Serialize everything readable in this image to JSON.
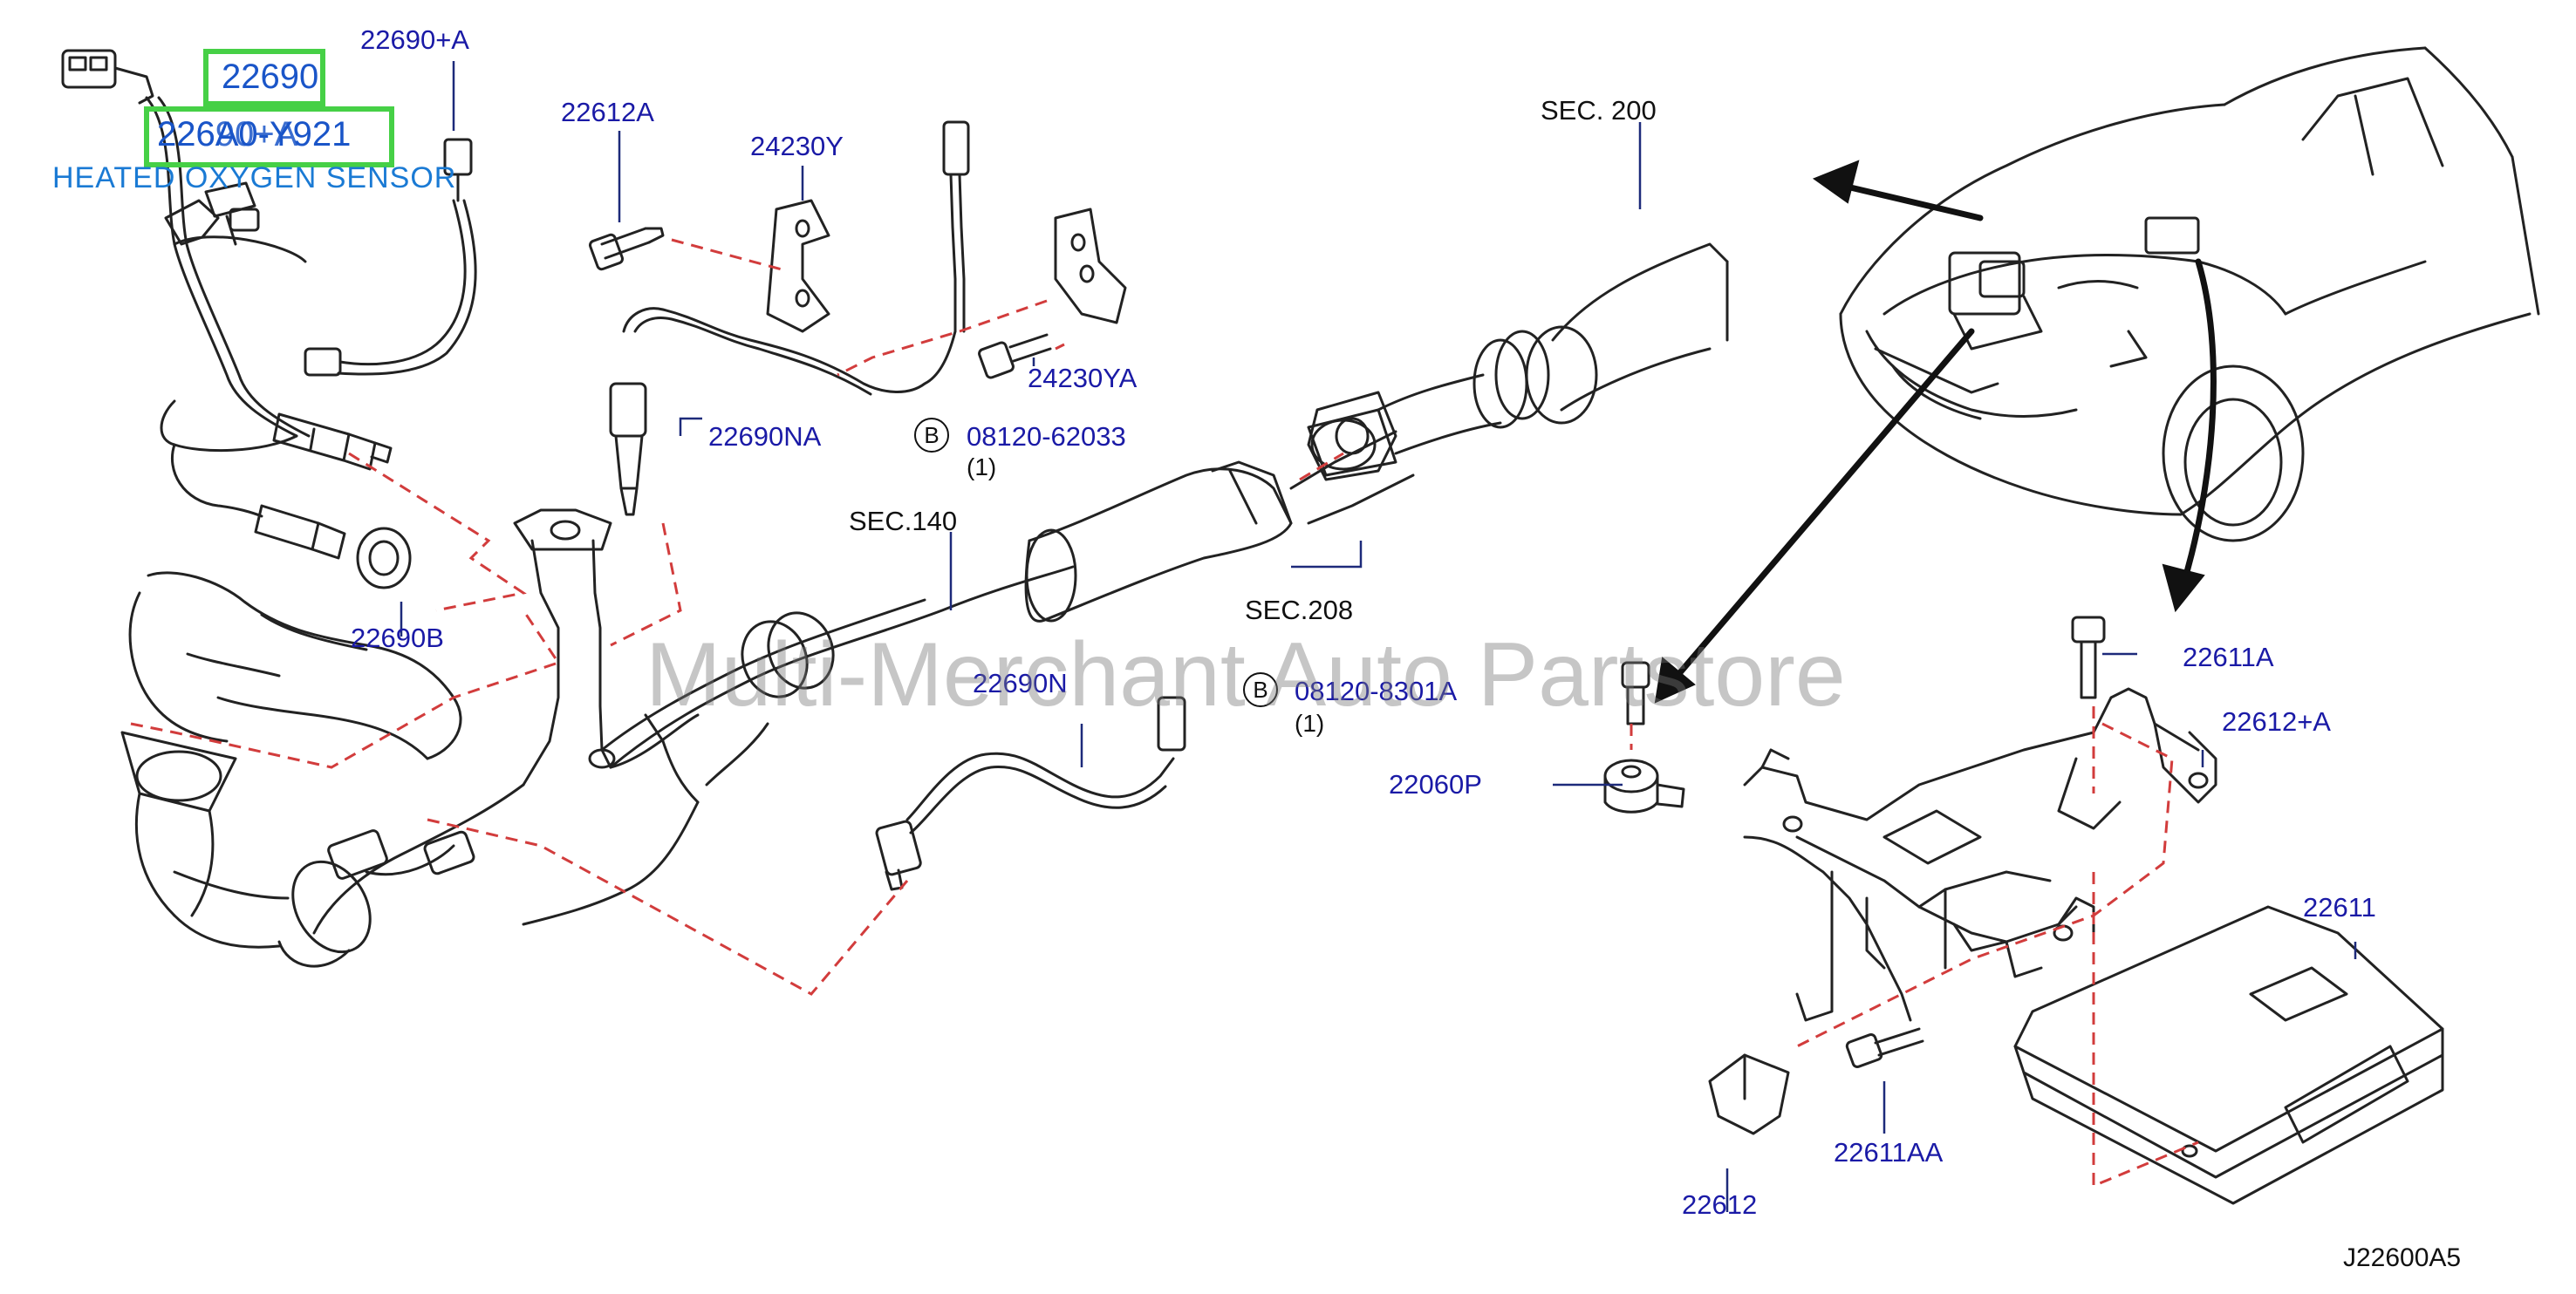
{
  "diagram": {
    "code": "J22600A5",
    "caption": "HEATED OXYGEN SENSOR",
    "watermark": "Multi-Merchant Auto Partstore",
    "highlight": {
      "primary": "22690",
      "overlap_back": "22690+A",
      "overlap_front": "226A0-Y921"
    },
    "parts": {
      "p22690_a": "22690+A",
      "p22612a": "22612A",
      "p24230y": "24230Y",
      "p24230ya": "24230YA",
      "p22690na": "22690NA",
      "p22690b": "22690B",
      "p22690n": "22690N",
      "p22611a": "22611A",
      "p22612_a": "22612+A",
      "p22060p": "22060P",
      "p22611": "22611",
      "p22612": "22612",
      "p22611aa": "22611AA"
    },
    "bolts": {
      "bolt1_code": "08120-62033",
      "bolt1_qty": "(1)",
      "bolt2_code": "08120-8301A",
      "bolt2_qty": "(1)",
      "symbol": "B"
    },
    "sections": {
      "sec200": "SEC.  200",
      "sec140": "SEC.140",
      "sec208": "SEC.208"
    }
  },
  "colors": {
    "part_label": "#1a1aa6",
    "highlight_border": "#46d046",
    "highlight_text": "#1a55c8",
    "caption_text": "#1a7ad4",
    "leader_dashed": "#d23c3c",
    "line_art": "#222222"
  }
}
